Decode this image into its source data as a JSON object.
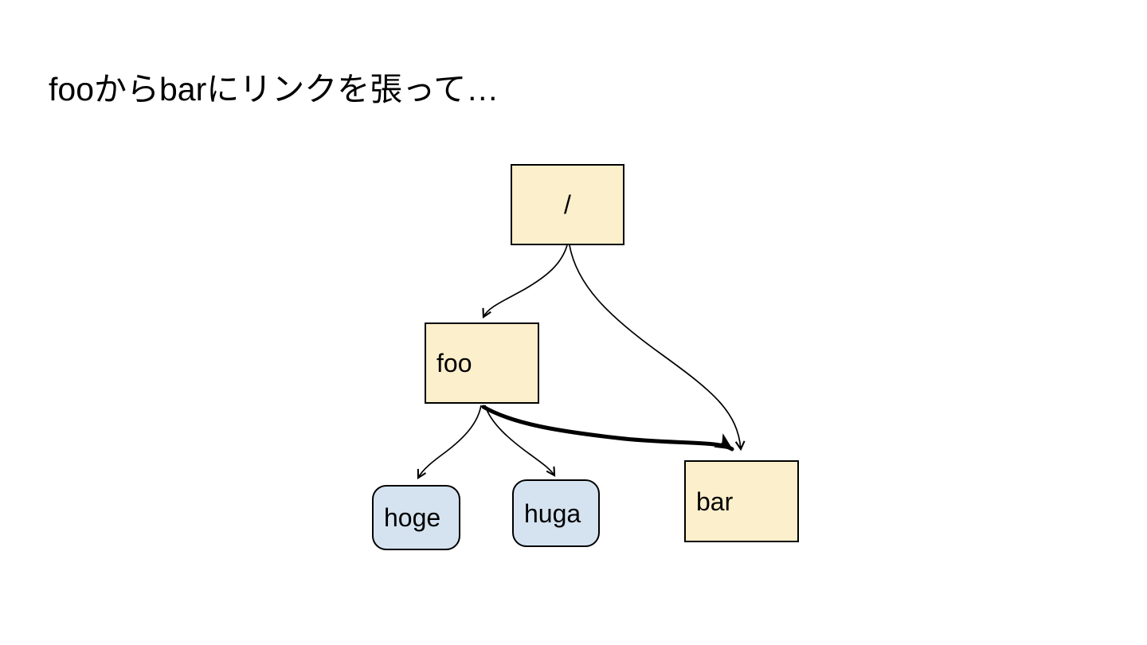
{
  "slide": {
    "title": "fooからbarにリンクを張って…",
    "background_color": "#ffffff",
    "title_color": "#000000"
  },
  "diagram": {
    "nodes": [
      {
        "id": "root",
        "label": "/",
        "shape": "rectangle",
        "fill": "#fcefcb"
      },
      {
        "id": "foo",
        "label": "foo",
        "shape": "rectangle",
        "fill": "#fcefcb"
      },
      {
        "id": "hoge",
        "label": "hoge",
        "shape": "rounded-rectangle",
        "fill": "#d5e3f0"
      },
      {
        "id": "huga",
        "label": "huga",
        "shape": "rounded-rectangle",
        "fill": "#d5e3f0"
      },
      {
        "id": "bar",
        "label": "bar",
        "shape": "rectangle",
        "fill": "#fcefcb"
      }
    ],
    "edges": [
      {
        "from": "/",
        "to": "foo",
        "weight": "thin"
      },
      {
        "from": "/",
        "to": "bar",
        "weight": "thin"
      },
      {
        "from": "foo",
        "to": "hoge",
        "weight": "thin"
      },
      {
        "from": "foo",
        "to": "huga",
        "weight": "thin"
      },
      {
        "from": "foo",
        "to": "bar",
        "weight": "bold"
      }
    ],
    "colors": {
      "stroke": "#000000",
      "node_fill_yellow": "#fcefcb",
      "node_fill_blue": "#d5e3f0"
    }
  }
}
